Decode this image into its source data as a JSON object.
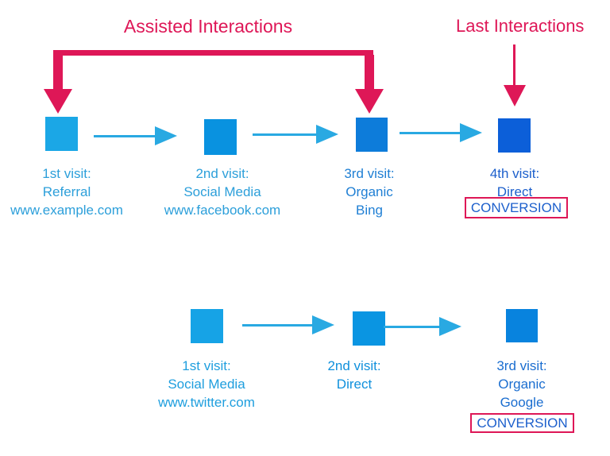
{
  "titles": {
    "assisted": "Assisted Interactions",
    "last": "Last Interactions"
  },
  "colors": {
    "annotation_red": "#DE1757",
    "flow_arrow_blue": "#29A9E2",
    "conversion_text_blue": "#1C5FCC"
  },
  "journeys": [
    {
      "name": "assisted-conversion-path",
      "steps": [
        {
          "lines": [
            "1st visit:",
            "Referral",
            "www.example.com"
          ],
          "square_color": "#1BA7E6",
          "text_color": "#2C9FDA"
        },
        {
          "lines": [
            "2nd visit:",
            "Social Media",
            "www.facebook.com"
          ],
          "square_color": "#0992E0",
          "text_color": "#2C9FDA"
        },
        {
          "lines": [
            "3rd visit:",
            "Organic",
            "Bing"
          ],
          "square_color": "#0D7CDA",
          "text_color": "#1F7FD4"
        },
        {
          "lines": [
            "4th visit:",
            "Direct"
          ],
          "square_color": "#0C5FD9",
          "text_color": "#1C5FCC",
          "conversion": "CONVERSION"
        }
      ]
    },
    {
      "name": "short-conversion-path",
      "steps": [
        {
          "lines": [
            "1st visit:",
            "Social Media",
            "www.twitter.com"
          ],
          "square_color": "#16A3E6",
          "text_color": "#1E9EDE"
        },
        {
          "lines": [
            "2nd visit:",
            "Direct"
          ],
          "square_color": "#0A95E2",
          "text_color": "#1090DC"
        },
        {
          "lines": [
            "3rd visit:",
            "Organic",
            "Google"
          ],
          "square_color": "#0883DE",
          "text_color": "#1B6ED0",
          "conversion": "CONVERSION"
        }
      ]
    }
  ]
}
